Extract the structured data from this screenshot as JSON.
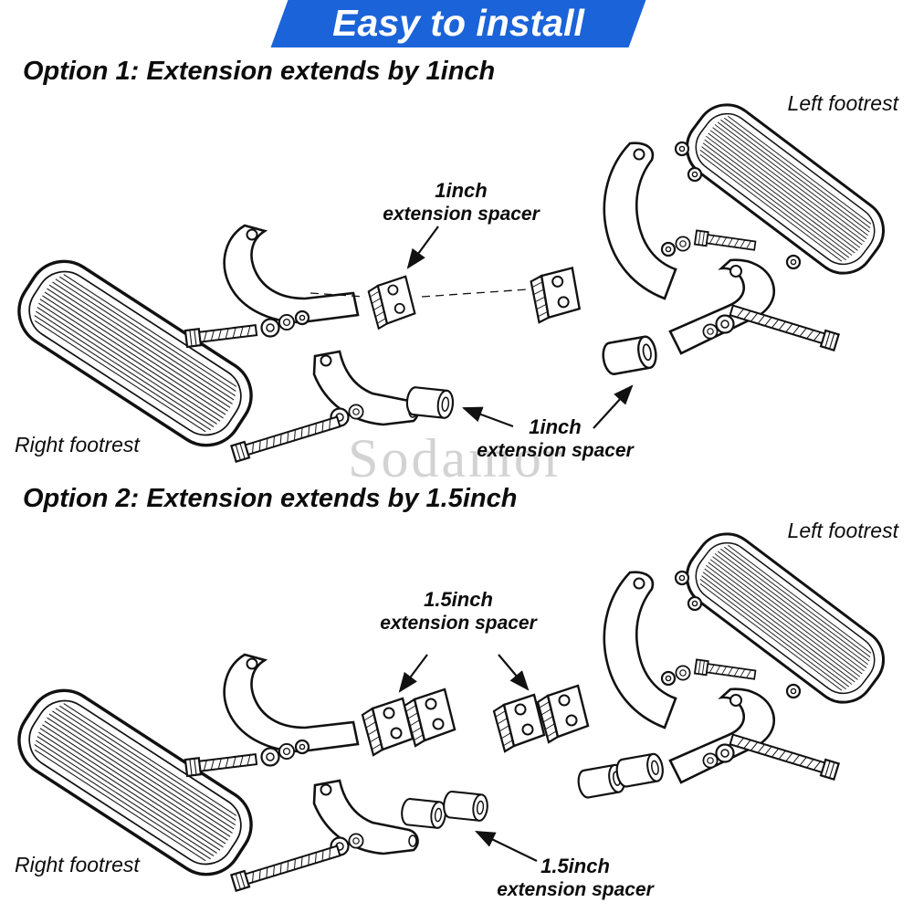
{
  "banner": {
    "title": "Easy to install",
    "bg_color": "#1b63d8",
    "text_color": "#ffffff"
  },
  "watermark": {
    "text": "Sodamor",
    "color": "#d3d3d3"
  },
  "drawing": {
    "line_color": "#111111",
    "background": "#ffffff"
  },
  "options": [
    {
      "heading": "Option 1: Extension extends by 1inch",
      "left_footrest_label": "Left footrest",
      "right_footrest_label": "Right footrest",
      "spacer_callout_top": {
        "size": "1inch",
        "caption": "extension spacer"
      },
      "spacer_callout_bottom": {
        "size": "1inch",
        "caption": "extension spacer"
      }
    },
    {
      "heading": "Option 2: Extension extends by 1.5inch",
      "left_footrest_label": "Left footrest",
      "right_footrest_label": "Right footrest",
      "spacer_callout_top": {
        "size": "1.5inch",
        "caption": "extension spacer"
      },
      "spacer_callout_bottom": {
        "size": "1.5inch",
        "caption": "extension spacer"
      }
    }
  ]
}
